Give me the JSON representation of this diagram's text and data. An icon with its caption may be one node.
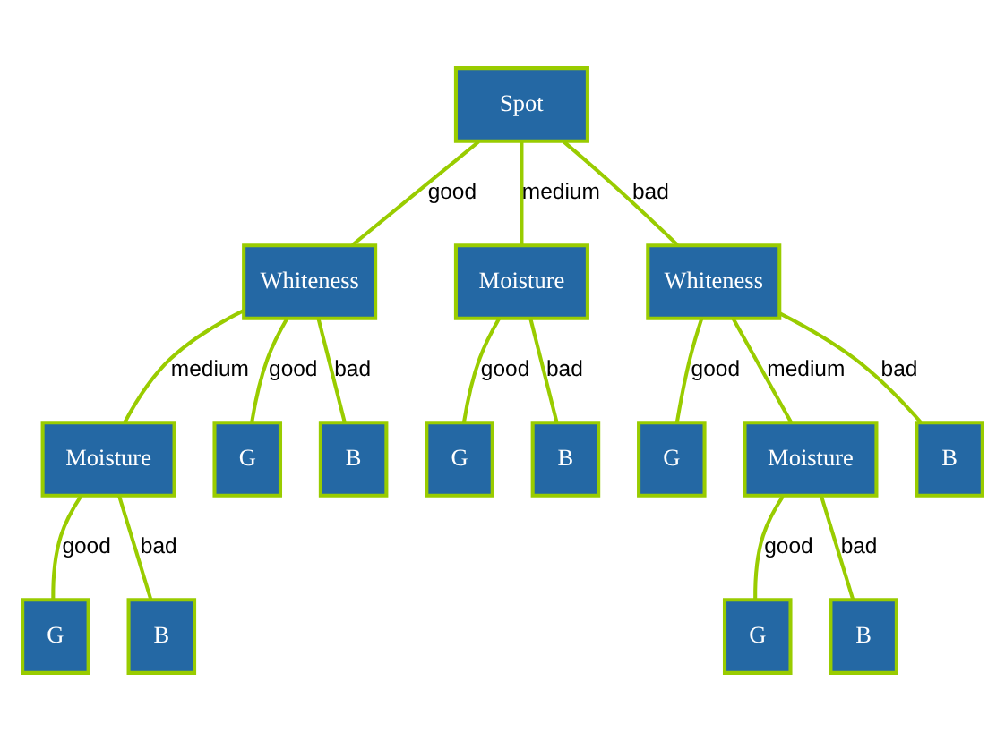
{
  "diagram": {
    "nodes": [
      {
        "text": [
          "Spot"
        ]
      },
      {
        "text": [
          "Whiteness"
        ]
      },
      {
        "text": [
          "Moisture"
        ]
      },
      {
        "text": [
          "Whiteness"
        ]
      },
      {
        "text": [
          "Moisture"
        ]
      },
      {
        "text": [
          "G"
        ]
      },
      {
        "text": [
          "B"
        ]
      },
      {
        "text": [
          "G"
        ]
      },
      {
        "text": [
          "B"
        ]
      },
      {
        "text": [
          "G"
        ]
      },
      {
        "text": [
          "Moisture"
        ]
      },
      {
        "text": [
          "B"
        ]
      },
      {
        "text": [
          "G"
        ]
      },
      {
        "text": [
          "B"
        ]
      },
      {
        "text": [
          "G"
        ]
      },
      {
        "text": [
          "B"
        ]
      }
    ],
    "edges": [
      {
        "from": 0,
        "to": 1,
        "arrow": "none",
        "label": "good"
      },
      {
        "from": 0,
        "to": 2,
        "arrow": "none",
        "label": "medium"
      },
      {
        "from": 0,
        "to": 3,
        "arrow": "none",
        "label": "bad"
      },
      {
        "from": 1,
        "to": 4,
        "arrow": "none",
        "label": "medium"
      },
      {
        "from": 1,
        "to": 5,
        "arrow": "none",
        "label": "good"
      },
      {
        "from": 1,
        "to": 6,
        "arrow": "none",
        "label": "bad"
      },
      {
        "from": 2,
        "to": 7,
        "arrow": "none",
        "label": "good"
      },
      {
        "from": 2,
        "to": 8,
        "arrow": "none",
        "label": "bad"
      },
      {
        "from": 3,
        "to": 9,
        "arrow": "none",
        "label": "good"
      },
      {
        "from": 3,
        "to": 10,
        "arrow": "none",
        "label": "medium"
      },
      {
        "from": 3,
        "to": 11,
        "arrow": "none",
        "label": "bad"
      },
      {
        "from": 4,
        "to": 12,
        "arrow": "none",
        "label": "good"
      },
      {
        "from": 4,
        "to": 13,
        "arrow": "none",
        "label": "bad"
      },
      {
        "from": 10,
        "to": 14,
        "arrow": "none",
        "label": "good"
      },
      {
        "from": 10,
        "to": 15,
        "arrow": "none",
        "label": "bad"
      }
    ]
  }
}
